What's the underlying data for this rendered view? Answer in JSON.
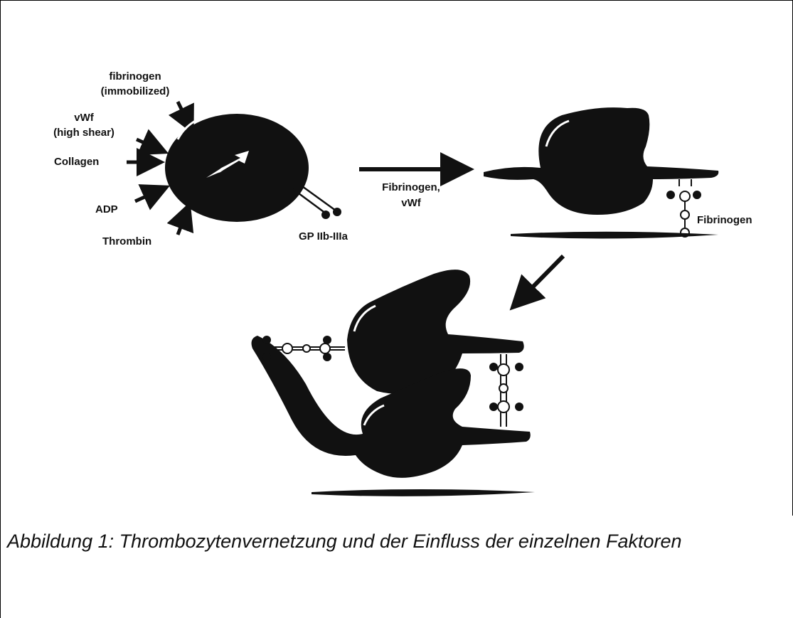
{
  "diagram": {
    "labels": {
      "fibrinogen_immobilized_line1": "fibrinogen",
      "fibrinogen_immobilized_line2": "(immobilized)",
      "vwf_line1": "vWf",
      "vwf_line2": "(high shear)",
      "collagen": "Collagen",
      "adp": "ADP",
      "thrombin": "Thrombin",
      "gp_receptor": "GP IIb-IIIa",
      "transition_line1": "Fibrinogen,",
      "transition_line2": "vWf",
      "fibrinogen_bridge": "Fibrinogen"
    },
    "colors": {
      "ink": "#111111",
      "background": "#ffffff"
    }
  },
  "caption": {
    "text": "Abbildung 1: Thrombozytenvernetzung und der Einfluss der einzelnen Faktoren"
  }
}
